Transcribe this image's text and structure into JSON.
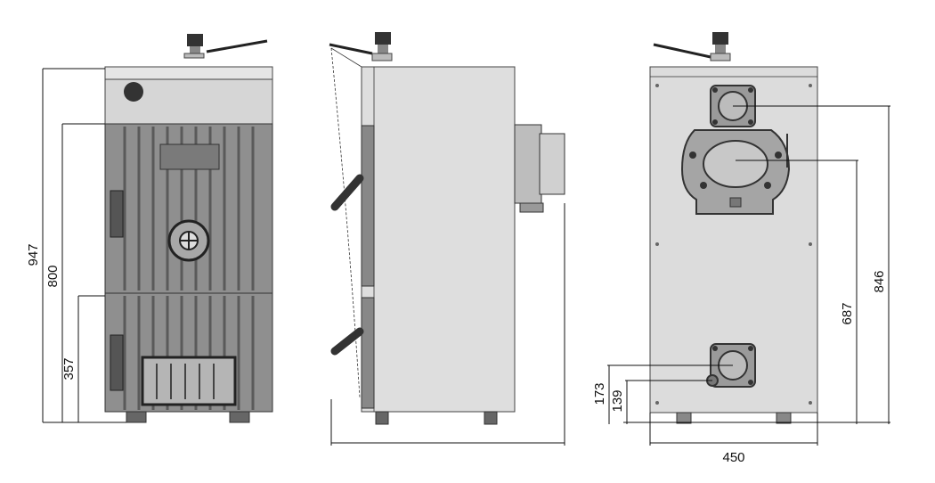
{
  "dimensions": {
    "overall_height": "947",
    "front_upper_door_height": "800",
    "front_lower_door_height": "357",
    "flue_height": "846",
    "return_top_height": "687",
    "outlet_height": "173",
    "drain_height": "139",
    "width": "450"
  },
  "colors": {
    "body": "#dcdcdc",
    "door": "#9a9a9a",
    "door_rib": "#6e6e6e",
    "outline": "#333333",
    "dark": "#2a2a2a"
  }
}
